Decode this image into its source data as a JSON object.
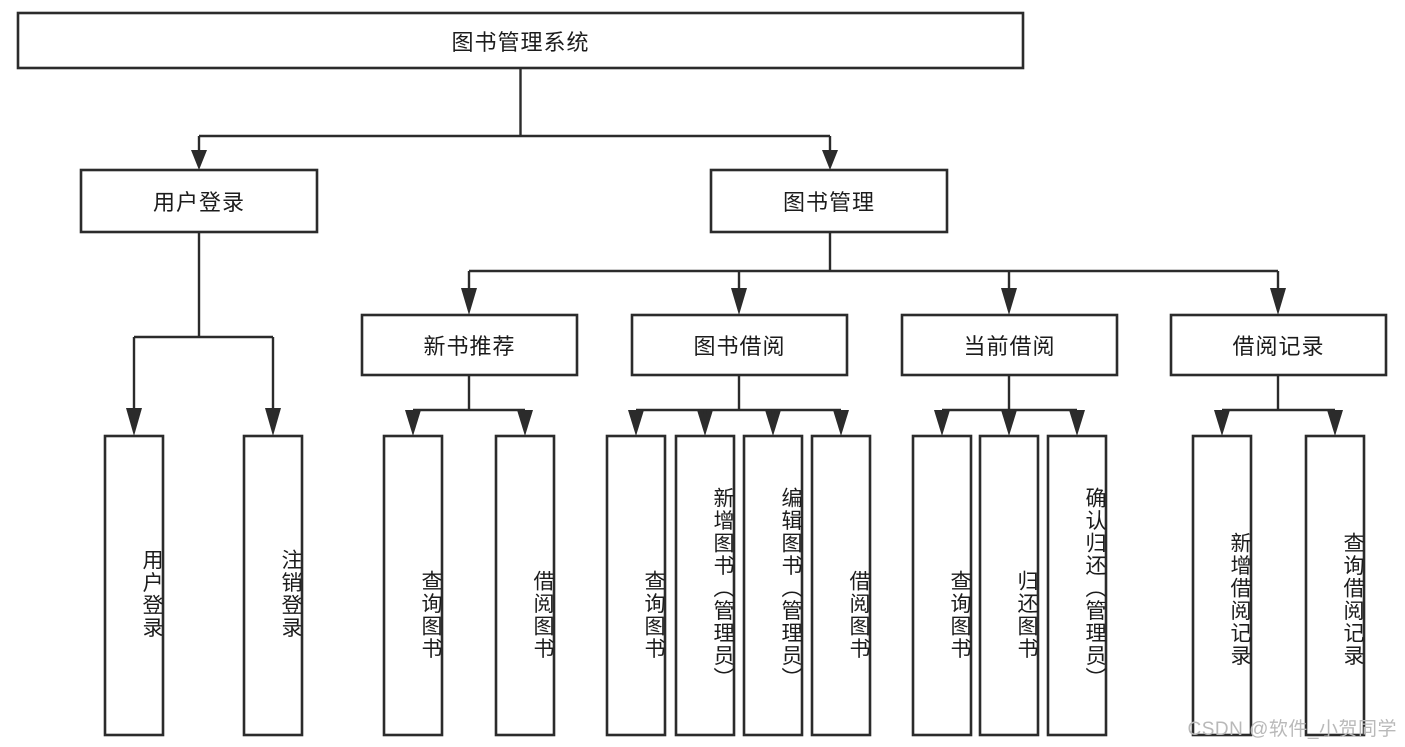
{
  "diagram": {
    "type": "tree-hierarchy",
    "title_node": "图书管理系统",
    "watermark": "CSDN @软件_小贺同学",
    "colors": {
      "box_stroke": "#2b2b2b",
      "box_fill": "#ffffff",
      "text": "#1c1c1c",
      "background": "#ffffff",
      "watermark": "#b9b9b9"
    },
    "levels": {
      "root": {
        "label": "图书管理系统"
      },
      "level2": [
        {
          "label": "用户登录"
        },
        {
          "label": "图书管理"
        }
      ],
      "level3": [
        {
          "label": "新书推荐"
        },
        {
          "label": "图书借阅"
        },
        {
          "label": "当前借阅"
        },
        {
          "label": "借阅记录"
        }
      ],
      "leaves_user_login": [
        {
          "label": "用户登录"
        },
        {
          "label": "注销登录"
        }
      ],
      "leaves_new_book": [
        {
          "label": "查询图书"
        },
        {
          "label": "借阅图书"
        }
      ],
      "leaves_book_borrow": [
        {
          "label": "查询图书"
        },
        {
          "label": "新增图书（管理员）"
        },
        {
          "label": "编辑图书（管理员）"
        },
        {
          "label": "借阅图书"
        }
      ],
      "leaves_current_borrow": [
        {
          "label": "查询图书"
        },
        {
          "label": "归还图书"
        },
        {
          "label": "确认归还（管理员）"
        }
      ],
      "leaves_borrow_record": [
        {
          "label": "新增借阅记录"
        },
        {
          "label": "查询借阅记录"
        }
      ]
    }
  }
}
